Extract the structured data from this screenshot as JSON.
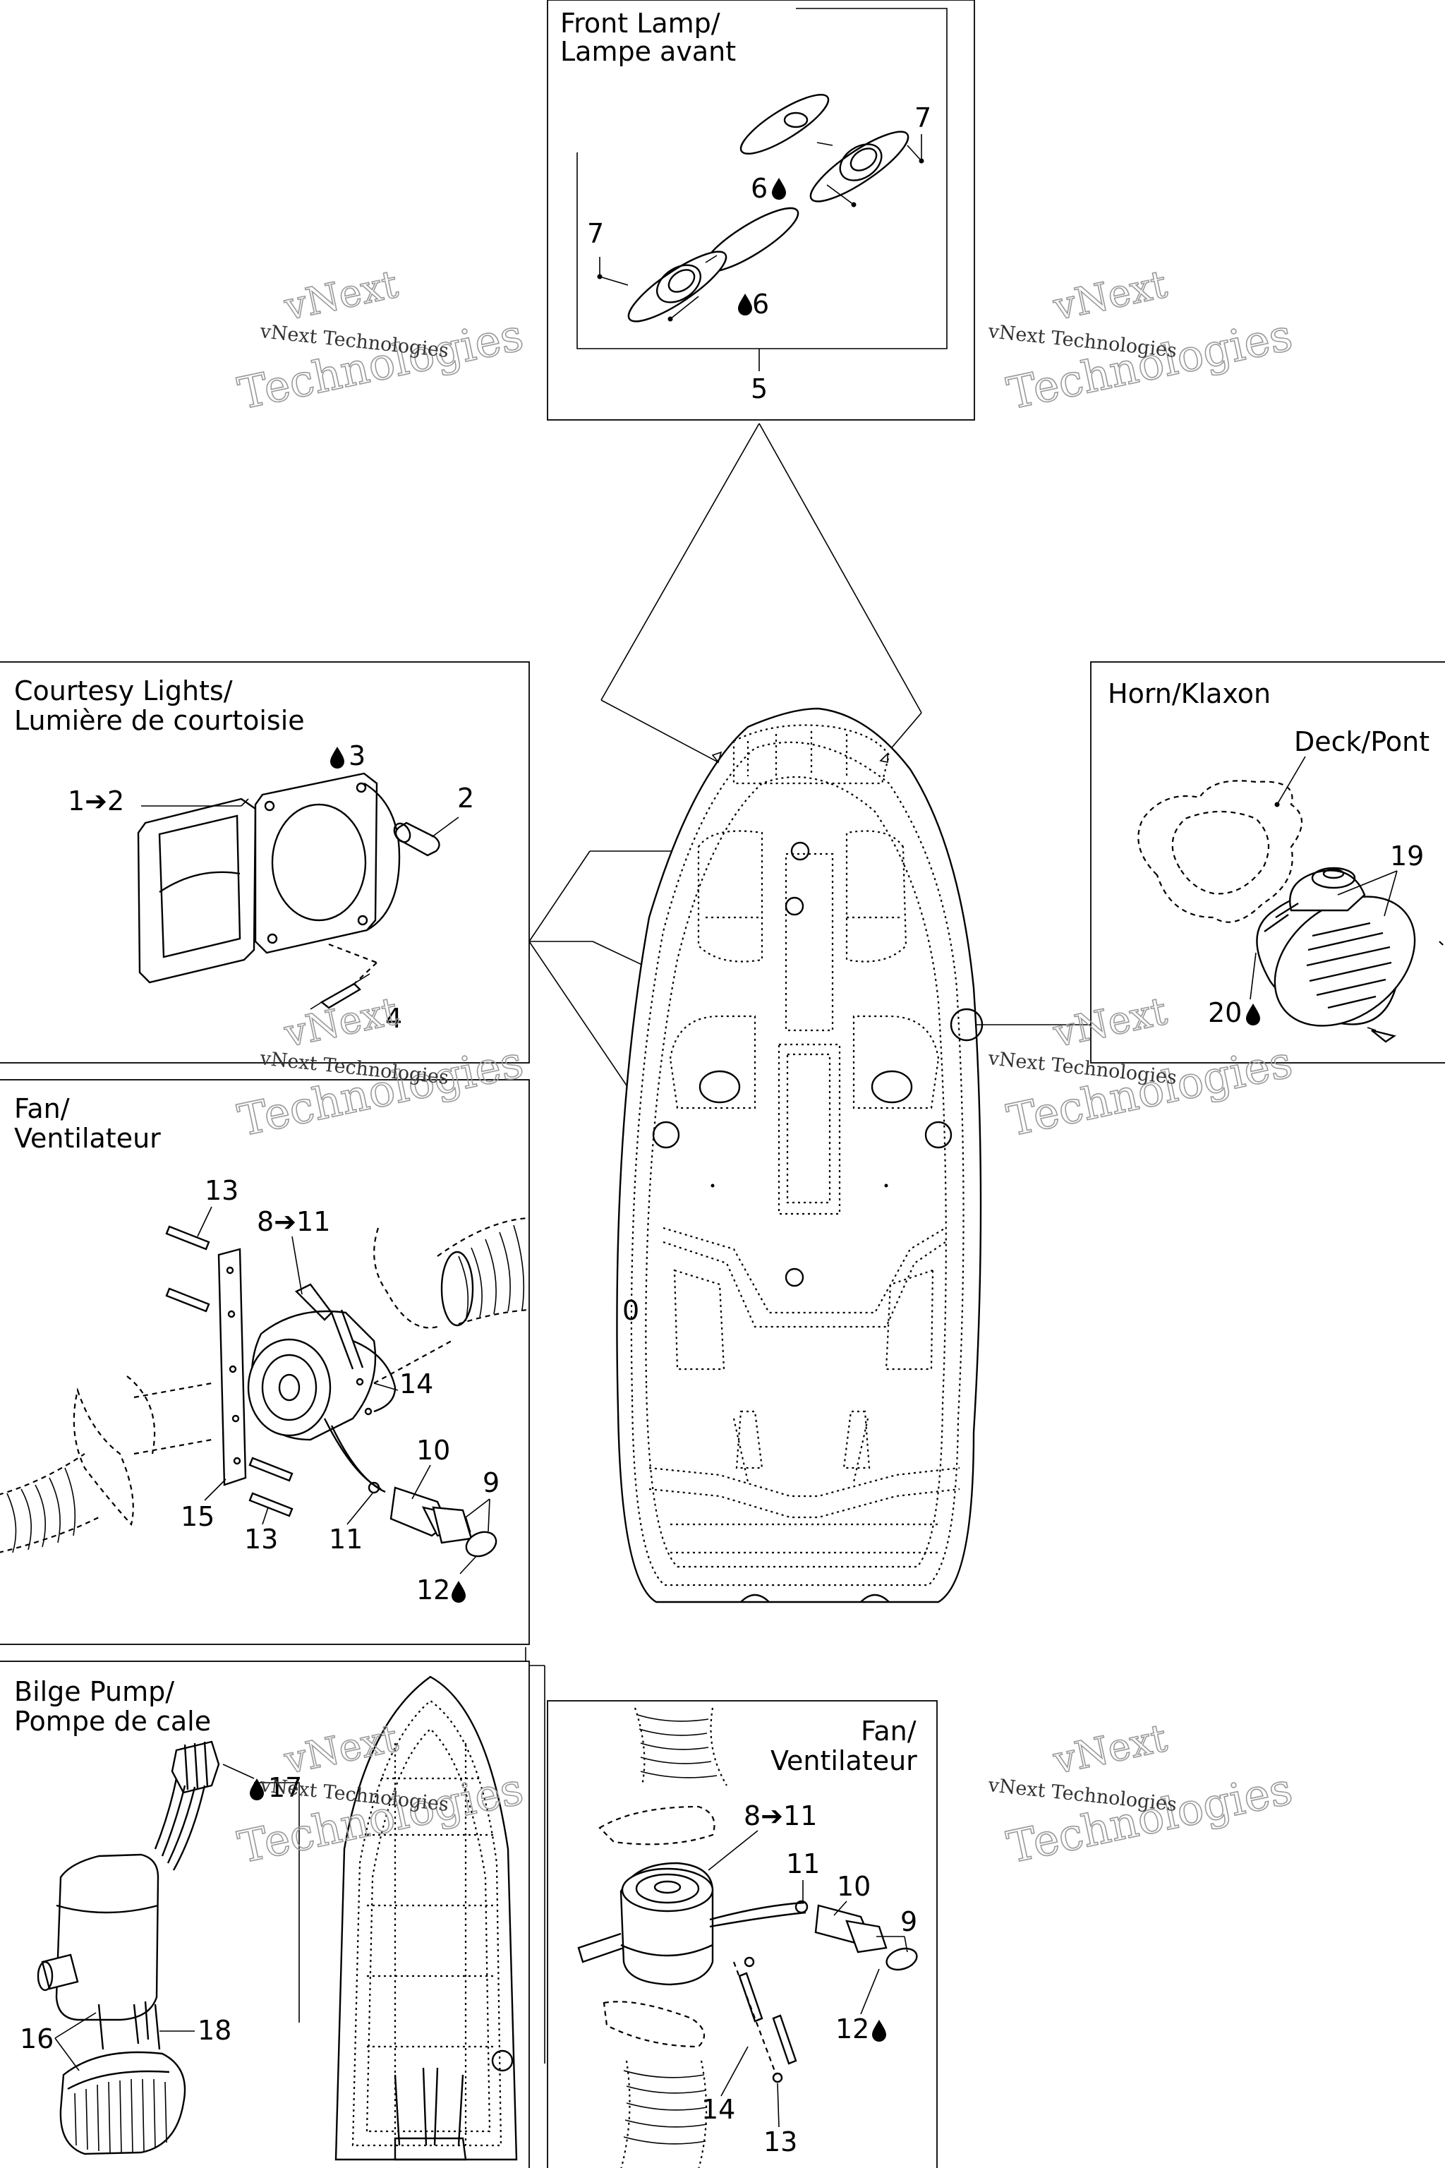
{
  "panels": {
    "front_lamp": {
      "title_line1": "Front Lamp/",
      "title_line2": "Lampe avant",
      "callouts": [
        "7",
        "6",
        "7",
        "6",
        "5"
      ]
    },
    "courtesy_lights": {
      "title_line1": "Courtesy Lights/",
      "title_line2": "Lumière de courtoisie",
      "callouts": [
        "1➔2",
        "3",
        "2",
        "4"
      ]
    },
    "horn": {
      "title": "Horn/Klaxon",
      "deck_label": "Deck/Pont",
      "callouts": [
        "19",
        "20"
      ]
    },
    "fan_left": {
      "title_line1": "Fan/",
      "title_line2": "Ventilateur",
      "callouts": [
        "13",
        "8➔11",
        "14",
        "10",
        "9",
        "15",
        "13",
        "11",
        "12"
      ]
    },
    "bilge_pump": {
      "title_line1": "Bilge Pump/",
      "title_line2": "Pompe de cale",
      "callouts": [
        "17",
        "16",
        "18"
      ]
    },
    "fan_right": {
      "title_line1": "Fan/",
      "title_line2": "Ventilateur",
      "callouts": [
        "8➔11",
        "11",
        "10",
        "9",
        "12",
        "14",
        "13"
      ]
    }
  },
  "hull_label": "0",
  "watermark": {
    "line1": "vNext",
    "line2": "Technologies",
    "small": "vNext Technologies"
  },
  "icons": [
    "sealant-drop-icon",
    "arrow-right-icon"
  ]
}
